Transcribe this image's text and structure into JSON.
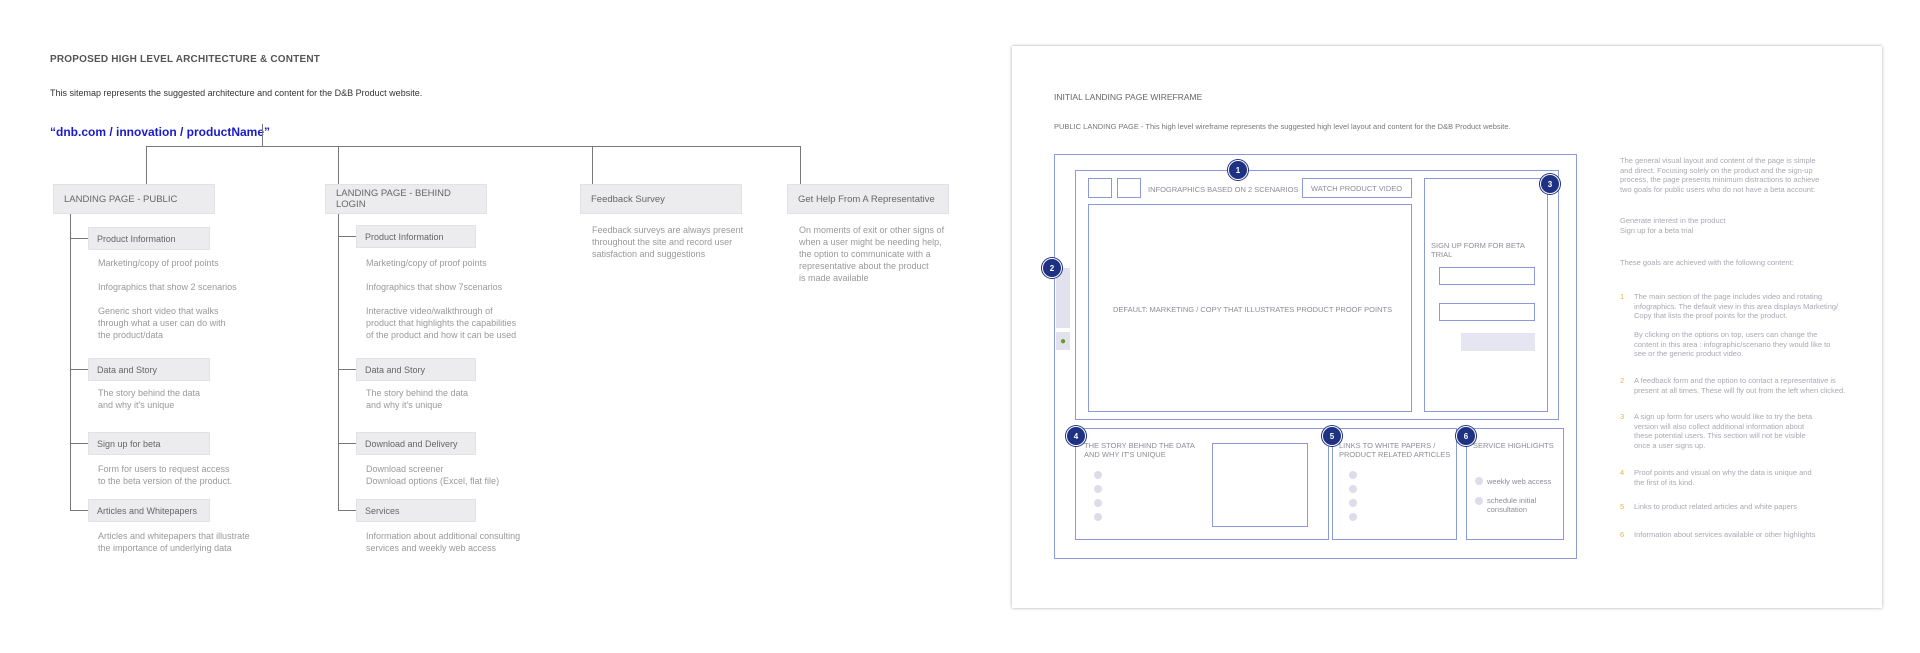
{
  "sitemap": {
    "title": "PROPOSED HIGH LEVEL ARCHITECTURE & CONTENT",
    "intro": "This sitemap represents the suggested architecture and content for the D&B Product website.",
    "root_url": "“dnb.com / innovation / productName”",
    "col1": {
      "header": "LANDING PAGE - PUBLIC",
      "items": [
        {
          "label": "Product Information",
          "notes": [
            "Marketing/copy of proof points",
            "Infographics that show 2 scenarios",
            "Generic short video that walks\nthrough what a user can do with\nthe product/data"
          ]
        },
        {
          "label": "Data and Story",
          "notes": [
            "The story behind the data\nand why it's unique"
          ]
        },
        {
          "label": "Sign up for beta",
          "notes": [
            "Form for users to request access\nto the beta version of the product."
          ]
        },
        {
          "label": "Articles and Whitepapers",
          "notes": [
            "Articles and whitepapers that illustrate\nthe importance of underlying data"
          ]
        }
      ]
    },
    "col2": {
      "header": "LANDING PAGE - BEHIND LOGIN",
      "items": [
        {
          "label": "Product Information",
          "notes": [
            "Marketing/copy of proof points",
            "Infographics that show 7scenarios",
            "Interactive video/walkthrough of\nproduct that highlights the capabilities\nof the product and how it can be used"
          ]
        },
        {
          "label": "Data and Story",
          "notes": [
            "The story behind the data\nand why it's unique"
          ]
        },
        {
          "label": "Download and Delivery",
          "notes": [
            "Download screener\nDownload options (Excel, flat file)"
          ]
        },
        {
          "label": "Services",
          "notes": [
            "Information about additional consulting\nservices and weekly web access"
          ]
        }
      ]
    },
    "col3": {
      "header": "Feedback Survey",
      "note": "Feedback surveys are always present\nthroughout the site and record user\nsatisfaction and suggestions"
    },
    "col4": {
      "header": "Get Help From A Representative",
      "note": "On moments of exit or other signs of\nwhen a user might be needing help,\nthe option to communicate with a\nrepresentative about the product\nis made available"
    }
  },
  "wireframe": {
    "title": "INITIAL LANDING PAGE WIREFRAME",
    "subtitle": "PUBLIC LANDING PAGE - This high level wireframe represents the suggested high level layout and content for the D&B Product website.",
    "infographics_label": "INFOGRAPHICS BASED ON 2 SCENARIOS",
    "watch_video": "WATCH PRODUCT VIDEO",
    "main_label": "DEFAULT: MARKETING / COPY THAT ILLUSTRATES PRODUCT PROOF POINTS",
    "signup_label": "SIGN UP FORM FOR BETA TRIAL",
    "story_label": "THE STORY BEHIND THE DATA\nAND WHY IT'S UNIQUE",
    "links_label": "LINKS TO WHITE PAPERS /\nPRODUCT RELATED ARTICLES",
    "service_label": "SERVICE HIGHLIGHTS",
    "service_items": [
      "weekly web access",
      "schedule initial\nconsultation"
    ],
    "badges": [
      "1",
      "2",
      "3",
      "4",
      "5",
      "6"
    ],
    "right_intro": "The general visual layout and content of the page is simple\nand direct. Focusing solely on the product and the sign-up\nprocess, the page presents minimum distractions to achieve\ntwo goals for public users who do not have a beta account:",
    "goals": "Generate interest in the product\nSign up for a beta trial",
    "achieved": "These goals are achieved with the following content:",
    "points": [
      {
        "n": "1",
        "text": "The main section of the page includes video and rotating\ninfographics. The default view in this area displays Marketing/\nCopy that lists the proof points for the product."
      },
      {
        "n": "",
        "text": "By clicking on the options on top, users can change the\ncontent in this area : infographic/scenario they would like to\nsee or the generic product video."
      },
      {
        "n": "2",
        "text": "A feedback form and the option to contact a representative is\npresent at all times. These will fly out from the left when clicked."
      },
      {
        "n": "3",
        "text": "A sign up form for users who would like to try the beta\nversion will also collect additional information about\nthese potential users. This section will not be visible\nonce a user signs up."
      },
      {
        "n": "4",
        "text": "Proof points and visual on why the data is unique and\nthe first of its kind."
      },
      {
        "n": "5",
        "text": "Links to product related articles and white papers"
      },
      {
        "n": "6",
        "text": "Information about services available or other highlights"
      }
    ]
  }
}
